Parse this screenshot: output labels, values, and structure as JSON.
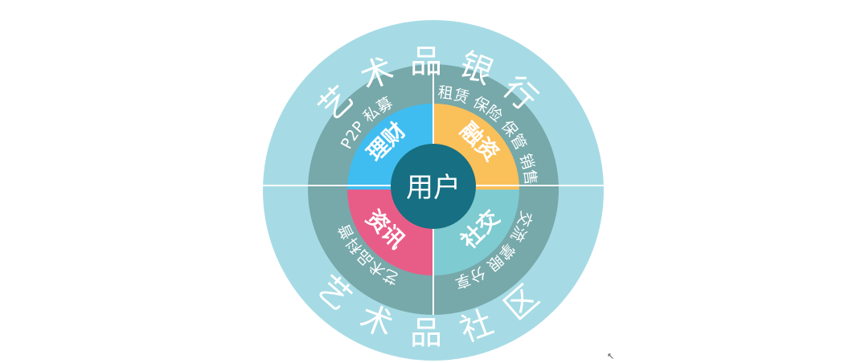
{
  "diagram": {
    "outer_ring": {
      "top_label": "艺术品银行",
      "bottom_label": "艺术品社区"
    },
    "middle_ring": {
      "top_left": "P2P 私募",
      "top_right": "租赁 保险 保管 销售",
      "bottom_left": "艺术品科普",
      "bottom_right": "交流 掌眼 分享"
    },
    "quadrants": {
      "top_left": "理财",
      "top_right": "融资",
      "bottom_left": "资讯",
      "bottom_right": "社交"
    },
    "center": "用户"
  },
  "colors": {
    "outer_ring": "#a6dbe5",
    "middle_ring": "#77a8aa",
    "quadrant_top_left": "#40bdf0",
    "quadrant_top_right": "#fac05a",
    "quadrant_bottom_left": "#e85d88",
    "quadrant_bottom_right": "#7ecbd1",
    "center": "#166f82",
    "divider": "#ffffff"
  },
  "cursor_glyph": "↖"
}
